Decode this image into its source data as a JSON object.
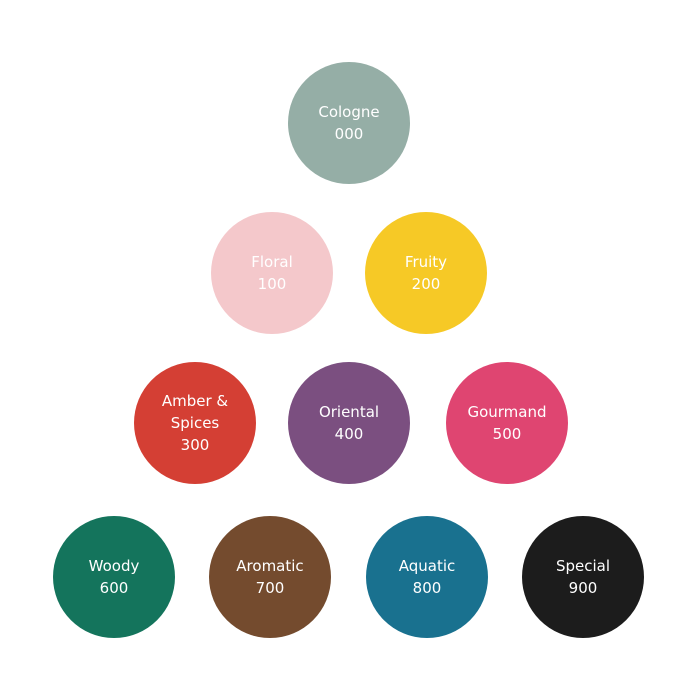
{
  "families": [
    {
      "label": "Cologne",
      "code": "000",
      "color": "#95aea6"
    },
    {
      "label": "Floral",
      "code": "100",
      "color": "#f4c8cb"
    },
    {
      "label": "Fruity",
      "code": "200",
      "color": "#f6c926"
    },
    {
      "label": "Amber & Spices",
      "code": "300",
      "color": "#d43f34"
    },
    {
      "label": "Oriental",
      "code": "400",
      "color": "#7b4f80"
    },
    {
      "label": "Gourmand",
      "code": "500",
      "color": "#df4571"
    },
    {
      "label": "Woody",
      "code": "600",
      "color": "#14745c"
    },
    {
      "label": "Aromatic",
      "code": "700",
      "color": "#744b2e"
    },
    {
      "label": "Aquatic",
      "code": "800",
      "color": "#19718f"
    },
    {
      "label": "Special",
      "code": "900",
      "color": "#1c1c1c"
    }
  ]
}
